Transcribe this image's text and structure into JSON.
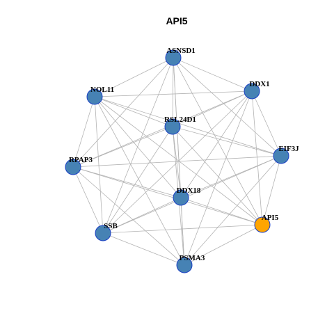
{
  "title": "API5",
  "colors": {
    "default_node": "#4682b4",
    "highlight_node": "#ffa500",
    "node_border": "#1a3fc4",
    "edge": "#b3b3b3"
  },
  "nodes": [
    {
      "id": "ASNSD1",
      "highlight": false
    },
    {
      "id": "DDX1",
      "highlight": false
    },
    {
      "id": "NOL11",
      "highlight": false
    },
    {
      "id": "RSL24D1",
      "highlight": false
    },
    {
      "id": "EIF3J",
      "highlight": false
    },
    {
      "id": "RPAP3",
      "highlight": false
    },
    {
      "id": "DDX18",
      "highlight": false
    },
    {
      "id": "API5",
      "highlight": true
    },
    {
      "id": "SSB",
      "highlight": false
    },
    {
      "id": "PSMA3",
      "highlight": false
    }
  ],
  "edges": [
    [
      "ASNSD1",
      "DDX1"
    ],
    [
      "ASNSD1",
      "NOL11"
    ],
    [
      "ASNSD1",
      "RSL24D1"
    ],
    [
      "ASNSD1",
      "EIF3J"
    ],
    [
      "ASNSD1",
      "RPAP3"
    ],
    [
      "ASNSD1",
      "DDX18"
    ],
    [
      "ASNSD1",
      "API5"
    ],
    [
      "ASNSD1",
      "SSB"
    ],
    [
      "ASNSD1",
      "PSMA3"
    ],
    [
      "DDX1",
      "NOL11"
    ],
    [
      "DDX1",
      "RSL24D1"
    ],
    [
      "DDX1",
      "EIF3J"
    ],
    [
      "DDX1",
      "RPAP3"
    ],
    [
      "DDX1",
      "DDX18"
    ],
    [
      "DDX1",
      "API5"
    ],
    [
      "DDX1",
      "SSB"
    ],
    [
      "DDX1",
      "PSMA3"
    ],
    [
      "NOL11",
      "RSL24D1"
    ],
    [
      "NOL11",
      "EIF3J"
    ],
    [
      "NOL11",
      "RPAP3"
    ],
    [
      "NOL11",
      "DDX18"
    ],
    [
      "NOL11",
      "API5"
    ],
    [
      "NOL11",
      "SSB"
    ],
    [
      "NOL11",
      "PSMA3"
    ],
    [
      "RSL24D1",
      "EIF3J"
    ],
    [
      "RSL24D1",
      "RPAP3"
    ],
    [
      "RSL24D1",
      "DDX18"
    ],
    [
      "RSL24D1",
      "API5"
    ],
    [
      "RSL24D1",
      "SSB"
    ],
    [
      "RSL24D1",
      "PSMA3"
    ],
    [
      "EIF3J",
      "RPAP3"
    ],
    [
      "EIF3J",
      "DDX18"
    ],
    [
      "EIF3J",
      "API5"
    ],
    [
      "EIF3J",
      "SSB"
    ],
    [
      "EIF3J",
      "PSMA3"
    ],
    [
      "RPAP3",
      "DDX18"
    ],
    [
      "RPAP3",
      "API5"
    ],
    [
      "RPAP3",
      "SSB"
    ],
    [
      "RPAP3",
      "PSMA3"
    ],
    [
      "DDX18",
      "API5"
    ],
    [
      "DDX18",
      "SSB"
    ],
    [
      "DDX18",
      "PSMA3"
    ],
    [
      "API5",
      "SSB"
    ],
    [
      "API5",
      "PSMA3"
    ],
    [
      "SSB",
      "PSMA3"
    ]
  ]
}
